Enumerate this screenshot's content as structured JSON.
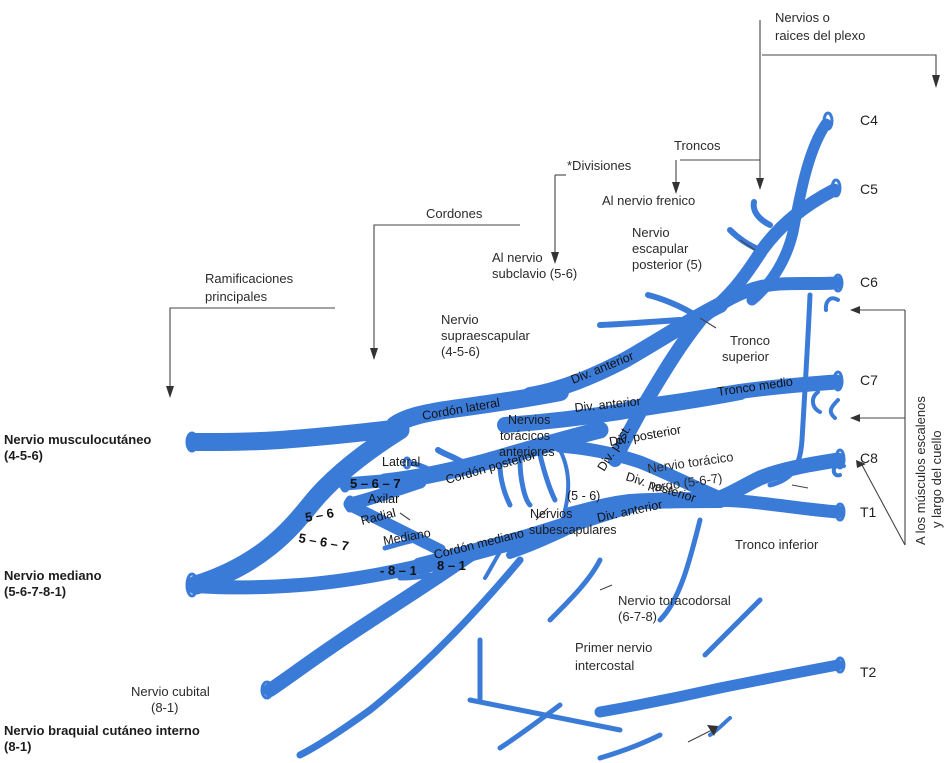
{
  "colors": {
    "nerve": "#3b7bd8",
    "nerve_dark": "#2a5fb4",
    "text": "#2b2b2b",
    "pointer": "#444444"
  },
  "headers": {
    "roots_line1": "Nervios o",
    "roots_line2": "raices del plexo",
    "trunks": "Troncos",
    "divisions": "*Divisiones",
    "cords": "Cordones",
    "branches_line1": "Ramificaciones",
    "branches_line2": "principales"
  },
  "roots": {
    "c4": "C4",
    "c5": "C5",
    "c6": "C6",
    "c7": "C7",
    "c8": "C8",
    "t1": "T1",
    "t2": "T2"
  },
  "labels": {
    "phrenic": "Al nervio frenico",
    "dorsal_scap_1": "Nervio",
    "dorsal_scap_2": "escapular",
    "dorsal_scap_3": "posterior (5)",
    "subclavian_1": "Al nervio",
    "subclavian_2": "subclavio (5-6)",
    "suprascap_1": "Nervio",
    "suprascap_2": "supraescapular",
    "suprascap_3": "(4-5-6)",
    "upper_trunk_1": "Tronco",
    "upper_trunk_2": "superior",
    "middle_trunk": "Tronco medio",
    "lower_trunk": "Tronco inferior",
    "div_ant_upper": "Div. anterior",
    "div_ant_middle": "Div. anterior",
    "div_post_upper": "Div. post.",
    "div_post_middle": "Div. posterior",
    "div_post_lower": "Div. posterior",
    "div_ant_lower": "Div. anterior",
    "lateral_cord": "Cordón lateral",
    "posterior_cord": "Cordón posterior",
    "medial_cord": "Cordón mediano",
    "ant_thoracic_1": "Nervios",
    "ant_thoracic_2": "torácicos",
    "ant_thoracic_3": "anteriores",
    "long_thoracic_1": "Nervio torácico",
    "long_thoracic_2": "largo (5-6-7)",
    "subscap_nums": "(5 - 6)",
    "subscap_1": "Nervios",
    "subscap_2": "subescapulares",
    "thoracodorsal_1": "Nervio toracodorsal",
    "thoracodorsal_2": "(6-7-8)",
    "intercostal_1": "Primer nervio",
    "intercostal_2": "intercostal",
    "scalene_1": "A los músculos escalenos",
    "scalene_2": "y largo del cuello",
    "lateral": "Lateral",
    "nums_567_a": "5 – 6 – 7",
    "axillary": "Axilar",
    "nums_56": "5 – 6",
    "radial": "Radial",
    "median_inner": "Mediano",
    "nums_567_b": "5 – 6 – 7",
    "nums_81_a": "- 8 – 1",
    "nums_81_b": "8 – 1"
  },
  "nerves": {
    "musculocutaneous_1": "Nervio musculocutáneo",
    "musculocutaneous_2": "(4-5-6)",
    "median_1": "Nervio mediano",
    "median_2": "(5-6-7-8-1)",
    "ulnar_1": "Nervio cubital",
    "ulnar_2": "(8-1)",
    "brachial_cut_1": "Nervio braquial cutáneo interno",
    "brachial_cut_2": "(8-1)"
  }
}
